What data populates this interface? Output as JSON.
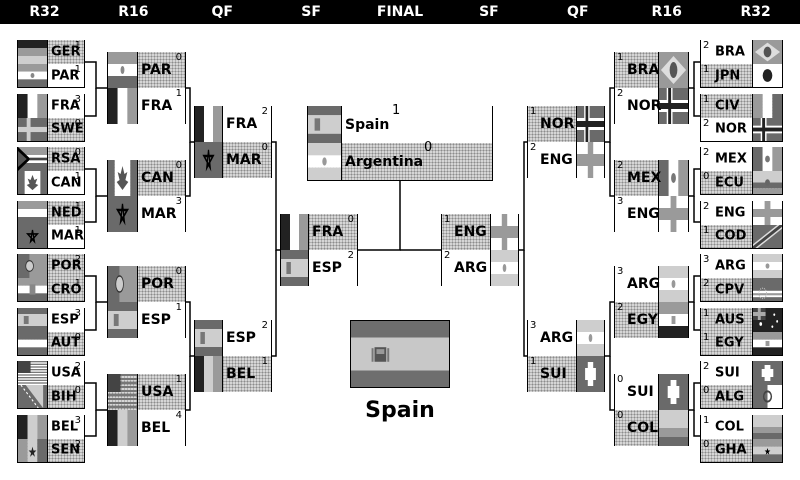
{
  "rounds": [
    "R32",
    "R16",
    "QF",
    "SF",
    "FINAL",
    "SF",
    "QF",
    "R16",
    "R32"
  ],
  "left": {
    "r32": [
      [
        {
          "team": "GER",
          "score": "1",
          "flag": "germany"
        },
        {
          "team": "PAR",
          "score": "1",
          "flag": "paraguay",
          "winner": true
        }
      ],
      [
        {
          "team": "FRA",
          "score": "3",
          "flag": "france",
          "winner": true
        },
        {
          "team": "SWE",
          "score": "0",
          "flag": "sweden"
        }
      ],
      [
        {
          "team": "RSA",
          "score": "0",
          "flag": "south-africa"
        },
        {
          "team": "CAN",
          "score": "1",
          "flag": "canada",
          "winner": true
        }
      ],
      [
        {
          "team": "NED",
          "score": "1",
          "flag": "netherlands"
        },
        {
          "team": "MAR",
          "score": "1",
          "flag": "morocco",
          "winner": true
        }
      ],
      [
        {
          "team": "POR",
          "score": "2",
          "flag": "portugal"
        },
        {
          "team": "CRO",
          "score": "1",
          "flag": "croatia"
        }
      ],
      [
        {
          "team": "ESP",
          "score": "3",
          "flag": "spain",
          "winner": true
        },
        {
          "team": "AUT",
          "score": "0",
          "flag": "austria"
        }
      ],
      [
        {
          "team": "USA",
          "score": "2",
          "flag": "usa",
          "winner": true
        },
        {
          "team": "BIH",
          "score": "0",
          "flag": "bosnia"
        }
      ],
      [
        {
          "team": "BEL",
          "score": "3",
          "flag": "belgium",
          "winner": true
        },
        {
          "team": "SEN",
          "score": "2",
          "flag": "senegal"
        }
      ]
    ],
    "r16": [
      [
        {
          "team": "PAR",
          "score": "0",
          "flag": "paraguay"
        },
        {
          "team": "FRA",
          "score": "1",
          "flag": "france",
          "winner": true
        }
      ],
      [
        {
          "team": "CAN",
          "score": "0",
          "flag": "canada"
        },
        {
          "team": "MAR",
          "score": "3",
          "flag": "morocco",
          "winner": true
        }
      ],
      [
        {
          "team": "POR",
          "score": "0",
          "flag": "portugal"
        },
        {
          "team": "ESP",
          "score": "1",
          "flag": "spain",
          "winner": true
        }
      ],
      [
        {
          "team": "USA",
          "score": "1",
          "flag": "usa"
        },
        {
          "team": "BEL",
          "score": "4",
          "flag": "belgium",
          "winner": true
        }
      ]
    ],
    "qf": [
      [
        {
          "team": "FRA",
          "score": "2",
          "flag": "france",
          "winner": true
        },
        {
          "team": "MAR",
          "score": "0",
          "flag": "morocco"
        }
      ],
      [
        {
          "team": "ESP",
          "score": "2",
          "flag": "spain",
          "winner": true
        },
        {
          "team": "BEL",
          "score": "1",
          "flag": "belgium"
        }
      ]
    ],
    "sf": [
      [
        {
          "team": "FRA",
          "score": "0",
          "flag": "france"
        },
        {
          "team": "ESP",
          "score": "2",
          "flag": "spain",
          "winner": true
        }
      ]
    ]
  },
  "right": {
    "r32": [
      [
        {
          "team": "BRA",
          "score": "2",
          "flag": "brazil",
          "winner": true
        },
        {
          "team": "JPN",
          "score": "1",
          "flag": "japan"
        }
      ],
      [
        {
          "team": "CIV",
          "score": "1",
          "flag": "ivory-coast"
        },
        {
          "team": "NOR",
          "score": "2",
          "flag": "norway",
          "winner": true
        }
      ],
      [
        {
          "team": "MEX",
          "score": "2",
          "flag": "mexico",
          "winner": true
        },
        {
          "team": "ECU",
          "score": "0",
          "flag": "ecuador"
        }
      ],
      [
        {
          "team": "ENG",
          "score": "2",
          "flag": "england",
          "winner": true
        },
        {
          "team": "COD",
          "score": "1",
          "flag": "dr-congo"
        }
      ],
      [
        {
          "team": "ARG",
          "score": "3",
          "flag": "argentina",
          "winner": true
        },
        {
          "team": "CPV",
          "score": "2",
          "flag": "cape-verde"
        }
      ],
      [
        {
          "team": "AUS",
          "score": "1",
          "flag": "australia"
        },
        {
          "team": "EGY",
          "score": "1",
          "flag": "egypt"
        }
      ],
      [
        {
          "team": "SUI",
          "score": "2",
          "flag": "switzerland",
          "winner": true
        },
        {
          "team": "ALG",
          "score": "0",
          "flag": "algeria"
        }
      ],
      [
        {
          "team": "COL",
          "score": "1",
          "flag": "colombia",
          "winner": true
        },
        {
          "team": "GHA",
          "score": "0",
          "flag": "ghana"
        }
      ]
    ],
    "r16": [
      [
        {
          "team": "BRA",
          "score": "1",
          "flag": "brazil"
        },
        {
          "team": "NOR",
          "score": "2",
          "flag": "norway",
          "winner": true
        }
      ],
      [
        {
          "team": "MEX",
          "score": "2",
          "flag": "mexico"
        },
        {
          "team": "ENG",
          "score": "3",
          "flag": "england",
          "winner": true
        }
      ],
      [
        {
          "team": "ARG",
          "score": "3",
          "flag": "argentina",
          "winner": true
        },
        {
          "team": "EGY",
          "score": "2",
          "flag": "egypt"
        }
      ],
      [
        {
          "team": "SUI",
          "score": "0",
          "flag": "switzerland",
          "winner": true
        },
        {
          "team": "COL",
          "score": "0",
          "flag": "colombia"
        }
      ]
    ],
    "qf": [
      [
        {
          "team": "NOR",
          "score": "1",
          "flag": "norway"
        },
        {
          "team": "ENG",
          "score": "2",
          "flag": "england",
          "winner": true
        }
      ],
      [
        {
          "team": "ARG",
          "score": "3",
          "flag": "argentina",
          "winner": true
        },
        {
          "team": "SUI",
          "score": "1",
          "flag": "switzerland"
        }
      ]
    ],
    "sf": [
      [
        {
          "team": "ENG",
          "score": "1",
          "flag": "england"
        },
        {
          "team": "ARG",
          "score": "2",
          "flag": "argentina",
          "winner": true
        }
      ]
    ]
  },
  "final": [
    {
      "team": "Spain",
      "score": "1",
      "flag": "spain",
      "winner": true
    },
    {
      "team": "Argentina",
      "score": "0",
      "flag": "argentina"
    }
  ],
  "champion": {
    "name": "Spain",
    "flag": "spain"
  }
}
